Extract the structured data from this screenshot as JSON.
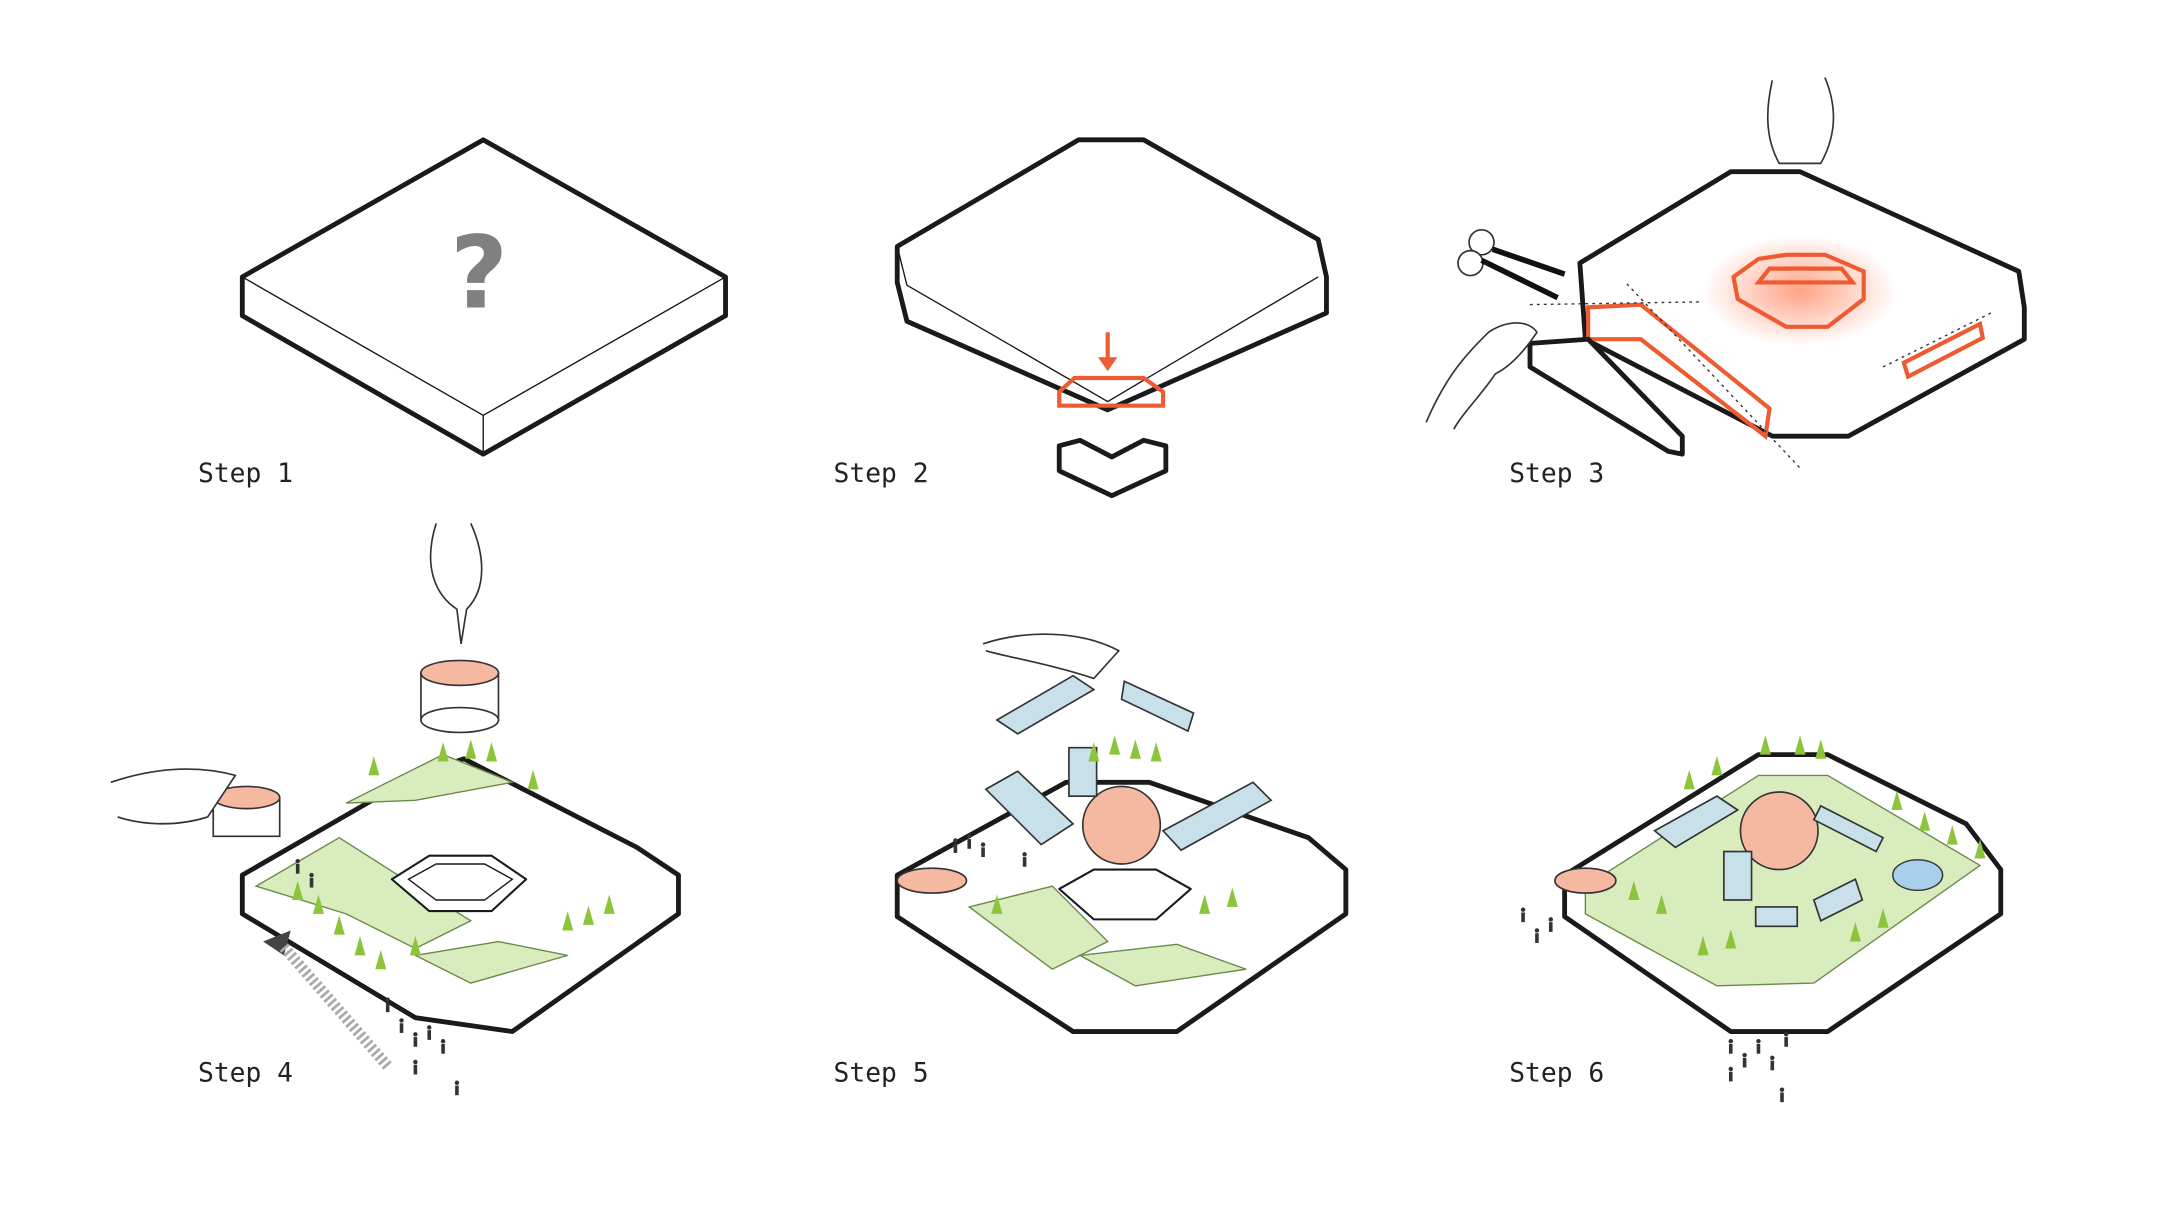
{
  "steps": [
    {
      "label": "Step 1",
      "symbol": "?"
    },
    {
      "label": "Step 2"
    },
    {
      "label": "Step 3"
    },
    {
      "label": "Step 4"
    },
    {
      "label": "Step 5"
    },
    {
      "label": "Step 6"
    }
  ],
  "colors": {
    "accent": "#ee5a32",
    "green": "#d9ecbd",
    "tree": "#8cc43c",
    "blue": "#c7e0ea",
    "salmon": "#f5b9a2",
    "question": "#808080"
  }
}
